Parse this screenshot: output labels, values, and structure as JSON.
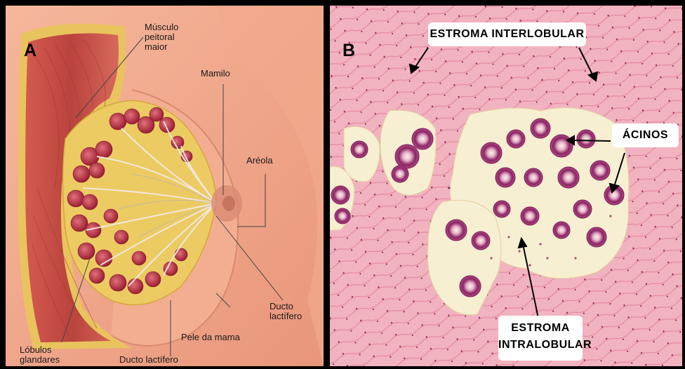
{
  "panel_a": {
    "letter": "A",
    "labels": {
      "musculo": "Músculo\npeitoral\nmaior",
      "mamilo": "Mamilo",
      "areola": "Aréola",
      "ducto_lactifero_right": "Ducto\nlactífero",
      "pele": "Pele da mama",
      "ducto_lactifero_bottom": "Ducto lactífero",
      "lobulos": "Lóbulos\nglandares"
    }
  },
  "panel_b": {
    "letter": "B",
    "labels": {
      "estroma_inter": "ESTROMA INTERLOBULAR",
      "acinos": "ÁCINOS",
      "estroma_intra": "ESTROMA\nINTRALOBULAR"
    }
  },
  "colors": {
    "skin": "#eea48a",
    "muscle": "#c9483f",
    "fat": "#e8c85a",
    "lobule": "#b0263a",
    "stroma": "#f2b6c2",
    "acini": "#9a2a6e",
    "label_bg": "#ffffff"
  }
}
